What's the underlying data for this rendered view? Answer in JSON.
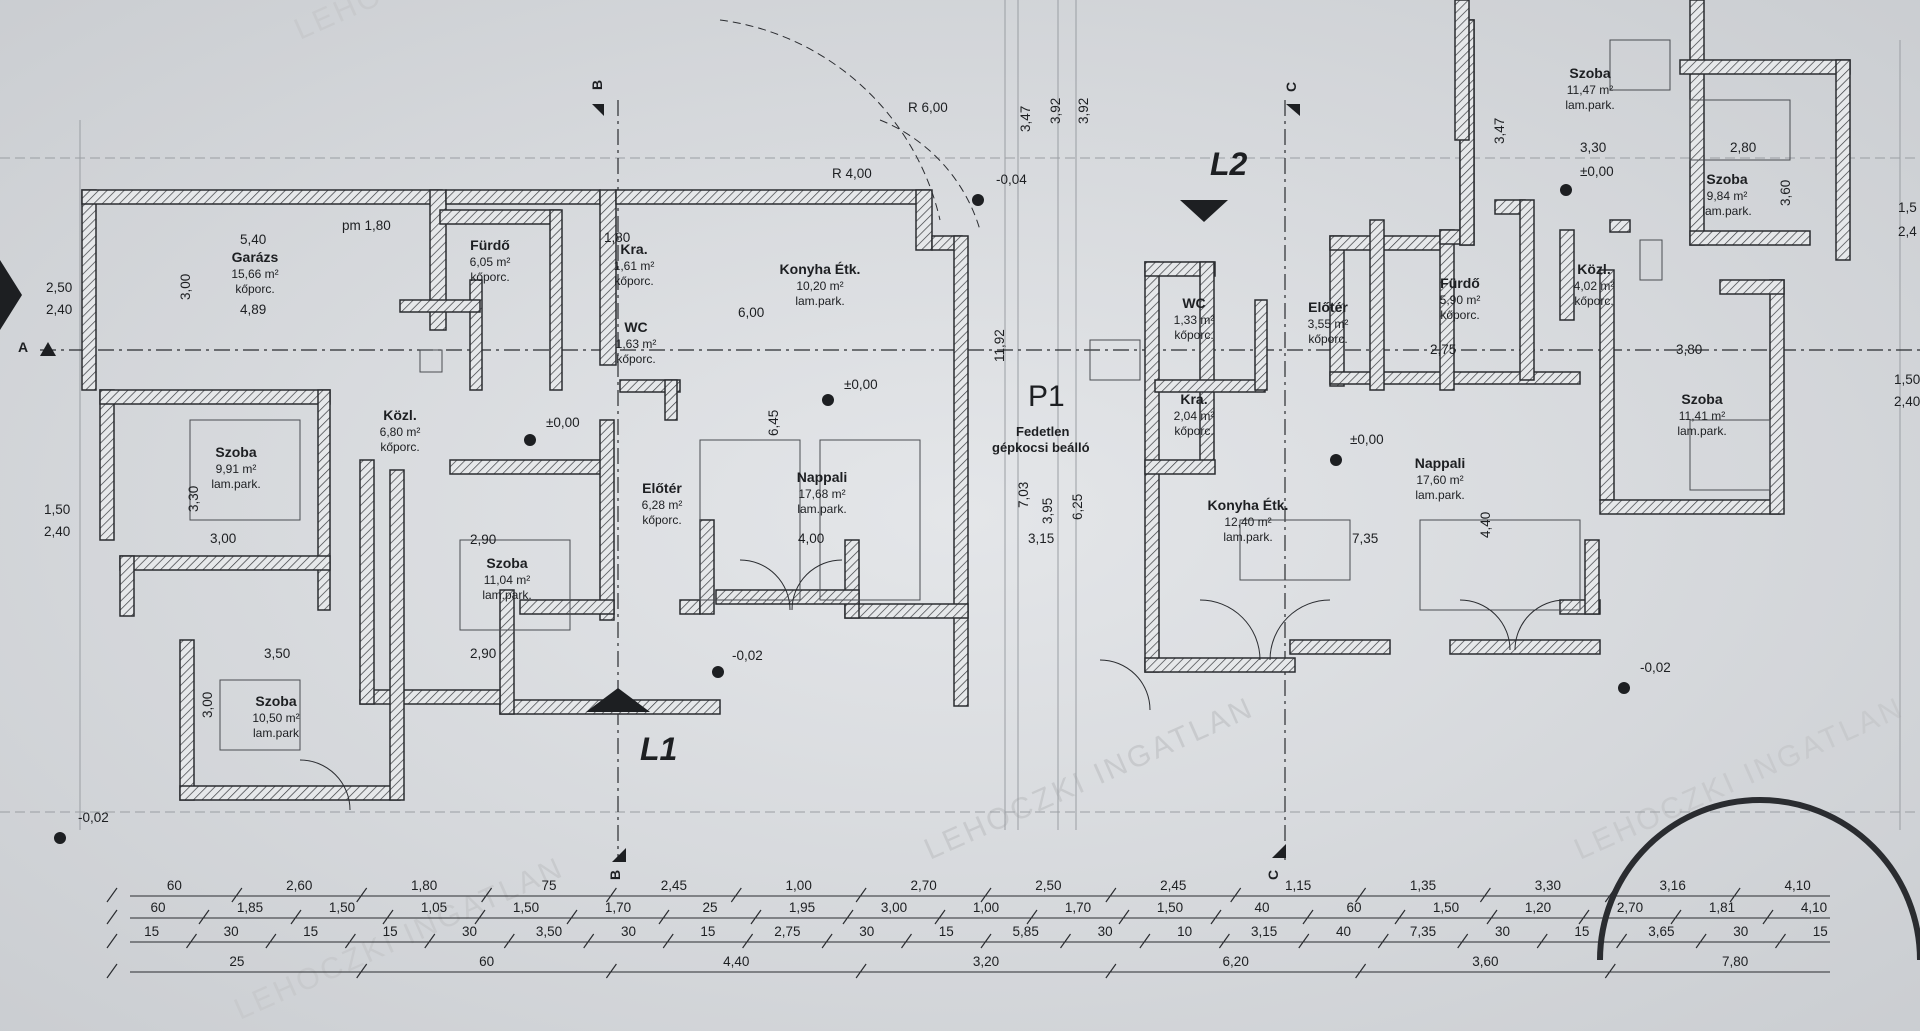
{
  "watermark": "LEHOCZKI INGATLAN",
  "colors": {
    "paper": "#dcdfe2",
    "ink": "#1d1f22",
    "wall": "#2a2c30"
  },
  "rooms": [
    {
      "id": "garazs",
      "name": "Garázs",
      "area": "15,66 m²",
      "floor": "kőporc."
    },
    {
      "id": "furdo1",
      "name": "Fürdő",
      "area": "6,05 m²",
      "floor": "kőporc."
    },
    {
      "id": "kra1",
      "name": "Kra.",
      "area": "1,61 m²",
      "floor": "kőporc."
    },
    {
      "id": "wc1",
      "name": "WC",
      "area": "1,63 m²",
      "floor": "kőporc."
    },
    {
      "id": "konyha1",
      "name": "Konyha Étk.",
      "area": "10,20 m²",
      "floor": "lam.park."
    },
    {
      "id": "szoba1",
      "name": "Szoba",
      "area": "9,91 m²",
      "floor": "lam.park."
    },
    {
      "id": "kozl1",
      "name": "Közl.",
      "area": "6,80 m²",
      "floor": "kőporc."
    },
    {
      "id": "eloter1",
      "name": "Előtér",
      "area": "6,28 m²",
      "floor": "kőporc."
    },
    {
      "id": "nappali1",
      "name": "Nappali",
      "area": "17,68 m²",
      "floor": "lam.park."
    },
    {
      "id": "szoba2",
      "name": "Szoba",
      "area": "11,04 m²",
      "floor": "lam.park."
    },
    {
      "id": "szoba3",
      "name": "Szoba",
      "area": "10,50 m²",
      "floor": "lam.park"
    },
    {
      "id": "wc2",
      "name": "WC",
      "area": "1,33 m²",
      "floor": "kőporc."
    },
    {
      "id": "eloter2",
      "name": "Előtér",
      "area": "3,55 m²",
      "floor": "kőporc."
    },
    {
      "id": "kra2",
      "name": "Kra.",
      "area": "2,04 m²",
      "floor": "kőporc."
    },
    {
      "id": "konyha2",
      "name": "Konyha Étk.",
      "area": "12,40 m²",
      "floor": "lam.park."
    },
    {
      "id": "nappali2",
      "name": "Nappali",
      "area": "17,60 m²",
      "floor": "lam.park."
    },
    {
      "id": "furdo2",
      "name": "Fürdő",
      "area": "5,90 m²",
      "floor": "kőporc."
    },
    {
      "id": "kozl2",
      "name": "Közl.",
      "area": "4,02 m²",
      "floor": "kőporc."
    },
    {
      "id": "szoba4",
      "name": "Szoba",
      "area": "11,47 m²",
      "floor": "lam.park."
    },
    {
      "id": "szoba5",
      "name": "Szoba",
      "area": "9,84 m²",
      "floor": "lam.park."
    },
    {
      "id": "szoba6",
      "name": "Szoba",
      "area": "11,41 m²",
      "floor": "lam.park."
    }
  ],
  "parking": {
    "code": "P1",
    "line1": "Fedetlen",
    "line2": "gépkocsi beálló"
  },
  "unit_labels": {
    "l1": "L1",
    "l2": "L2"
  },
  "section_marks": {
    "a": "A",
    "b": "B",
    "c": "C"
  },
  "levels": [
    "±0,00",
    "±0,00",
    "±0,00",
    "±0,00",
    "-0,02",
    "-0,02",
    "-0,02",
    "-0,04"
  ],
  "radii": [
    "R 6,00",
    "R 4,00"
  ],
  "room_dims": {
    "garage_w": "5,40",
    "garage_h": "3,00",
    "garage_w2": "4,89",
    "pm": "pm 1,80",
    "pm2": "1,80",
    "kitchen1": "6,00",
    "kitchen1_h": "6,45",
    "nappali1_w": "4,00",
    "szoba1_w": "3,00",
    "szoba1_h": "3,30",
    "szoba2_w": "2,90",
    "szoba2_w2": "2,90",
    "szoba3_w": "3,50",
    "szoba3_h": "3,00",
    "p1_a": "11,92",
    "p1_b": "7,03",
    "p1_c": "3,95",
    "p1_d": "6,25",
    "p1_e": "3,15",
    "nappali2_w": "7,35",
    "nappali2_h": "4,40",
    "szoba6_w": "3,80",
    "szoba5_w": "2,80",
    "szoba5_h": "3,60",
    "szoba4_w": "3,30",
    "furdo2_w": "2,75",
    "top1": "3,47",
    "top2": "3,92",
    "top3": "3,92",
    "top4": "3,47"
  },
  "dim_rows": [
    [
      "60",
      "2,60",
      "1,80",
      "75",
      "2,45",
      "1,00",
      "2,70",
      "2,50",
      "2,45",
      "1,15",
      "1,35",
      "3,30",
      "3,16",
      "4,10"
    ],
    [
      "60",
      "1,85",
      "1,50",
      "1,05",
      "1,50",
      "1,70",
      "25",
      "1,95",
      "3,00",
      "1,00",
      "1,70",
      "1,50",
      "40",
      "60",
      "1,50",
      "1,20",
      "2,70",
      "1,81",
      "4,10"
    ],
    [
      "15",
      "30",
      "15",
      "15",
      "30",
      "3,50",
      "30",
      "15",
      "2,75",
      "30",
      "15",
      "5,85",
      "30",
      "10",
      "3,15",
      "40",
      "7,35",
      "30",
      "15",
      "3,65",
      "30",
      "15"
    ],
    [
      "25",
      "60",
      "4,40",
      "3,20",
      "6,20",
      "3,60",
      "7,80"
    ]
  ],
  "side_dims": [
    "2,50",
    "2,40",
    "1,50",
    "2,40",
    "1,5",
    "2,4",
    "1,50",
    "2,40"
  ]
}
